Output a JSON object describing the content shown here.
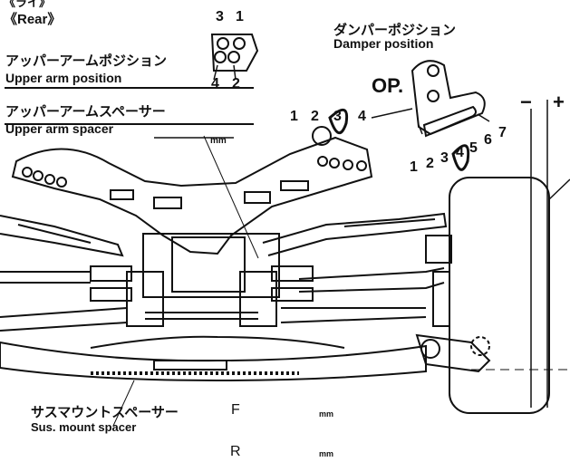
{
  "header": {
    "top_clip": "《ライ》",
    "rear": "《Rear》"
  },
  "upper_arm_position": {
    "label_jp": "アッパーアームポジション",
    "label_en": "Upper arm position",
    "numbers_top": [
      "3",
      "1"
    ],
    "numbers_bottom": [
      "4",
      "2"
    ]
  },
  "upper_arm_spacer": {
    "label_jp": "アッパーアームスペーサー",
    "label_en": "Upper arm spacer",
    "unit": "mm"
  },
  "damper_position": {
    "label_jp": "ダンパーポジション",
    "label_en": "Damper position",
    "op": "OP."
  },
  "arm_holes": [
    "1",
    "2",
    "3",
    "4"
  ],
  "damper_holes": [
    "1",
    "2",
    "3",
    "4",
    "5",
    "6",
    "7"
  ],
  "camber": {
    "minus": "−",
    "plus": "+"
  },
  "sus_mount_spacer": {
    "label_jp": "サスマウントスペーサー",
    "label_en": "Sus. mount spacer",
    "front_letter": "F",
    "rear_letter": "R",
    "unit_front": "mm",
    "unit_rear": "mm"
  }
}
